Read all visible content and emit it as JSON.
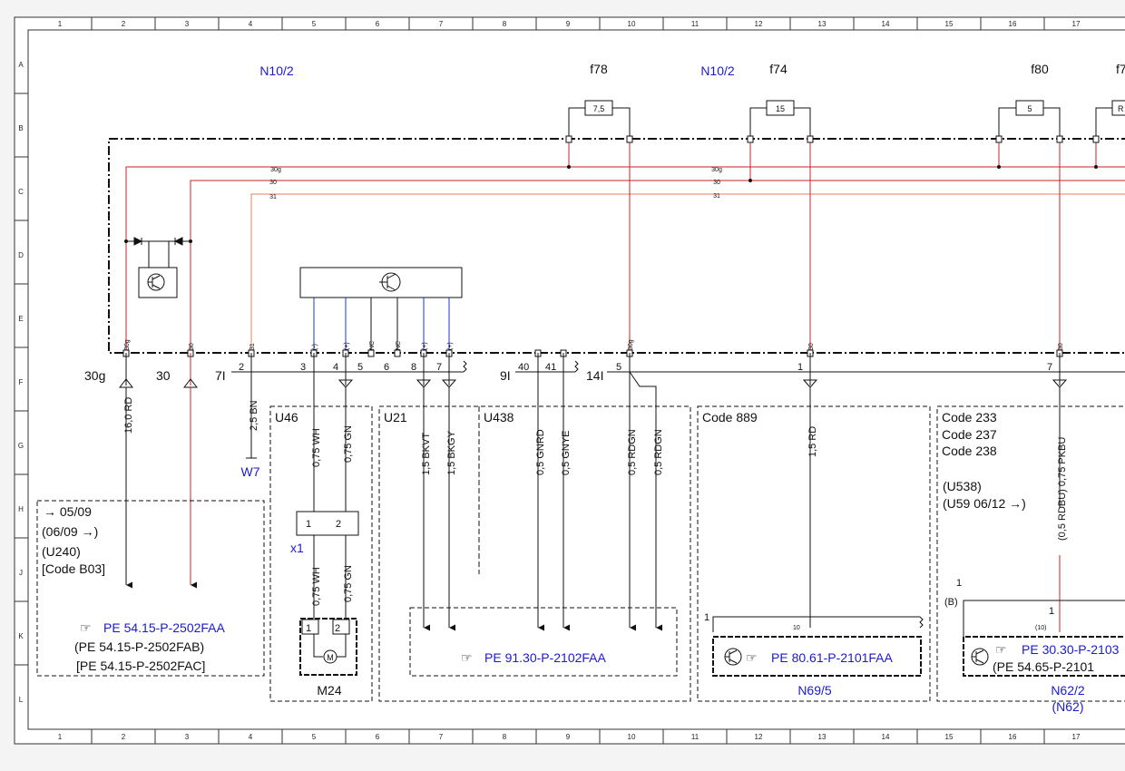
{
  "grid": {
    "columns": [
      "1",
      "2",
      "3",
      "4",
      "5",
      "6",
      "7",
      "8",
      "9",
      "10",
      "11",
      "12",
      "13",
      "14",
      "15",
      "16",
      "17"
    ],
    "rows": [
      "A",
      "B",
      "C",
      "D",
      "E",
      "F",
      "G",
      "H",
      "J",
      "K",
      "L"
    ]
  },
  "components": {
    "n10_2_left": "N10/2",
    "n10_2_right": "N10/2",
    "w7": "W7",
    "x1": "x1",
    "m24": "M24",
    "n69_5": "N69/5",
    "n62_2": "N62/2",
    "n62": "(N62)"
  },
  "fuses": [
    {
      "id": "f78",
      "value": "7,5"
    },
    {
      "id": "f74",
      "value": "15"
    },
    {
      "id": "f80",
      "value": "5"
    },
    {
      "id": "f7",
      "value": "R"
    }
  ],
  "buses": {
    "b30g": "30g",
    "b30": "30",
    "b31": "31"
  },
  "module_pins": {
    "p1": "30g",
    "p2": "30",
    "p3": "31",
    "p4": "(-)",
    "p5": "(+)",
    "p6": "NC",
    "p7": "NC",
    "p8": "(+)",
    "p9": "(+)",
    "p10": "30g",
    "p11": "30",
    "p12": "30"
  },
  "connector_labels": {
    "c30g": "30g",
    "c30": "30",
    "c7i": "7I",
    "c9i": "9I",
    "c14i": "14I",
    "n2": "2",
    "n3": "3",
    "n4": "4",
    "n5": "5",
    "n6": "6",
    "n8": "8",
    "n7": "7",
    "n40": "40",
    "n41": "41",
    "n5b": "5",
    "n1": "1",
    "n7b": "7"
  },
  "wires": {
    "w1": "16,0 RD",
    "w2": "2,5 BN",
    "w3": "0,75 WH",
    "w4": "0,75 GN",
    "w5": "1,5 BKVT",
    "w6": "1,5 BKGY",
    "w7": "0,5 GNRD",
    "w8": "0,5 GNYE",
    "w9": "0,5 RDGN",
    "w10": "0,5 RDGN",
    "w11": "1,5 RD",
    "w12": "(0,5 RDBU) 0,75 PKBU",
    "w13": "0,75 WH",
    "w14": "0,75 GN"
  },
  "variants": {
    "v1": "→ 05/09",
    "v2": "(06/09 →)",
    "v3": "(U240)",
    "v4": "[Code B03]",
    "u46": "U46",
    "u21": "U21",
    "u438": "U438",
    "code889": "Code 889",
    "code233": "Code 233",
    "code237": "Code 237",
    "code238": "Code 238",
    "u538": "(U538)",
    "u59": "(U59  06/12 →)",
    "b": "(B)",
    "one_a": "1",
    "one_b": "1"
  },
  "refs": {
    "r1": "PE 54.15-P-2502FAA",
    "r2": "(PE 54.15-P-2502FAB)",
    "r3": "[PE 54.15-P-2502FAC]",
    "r4": "PE 91.30-P-2102FAA",
    "r5": "PE 80.61-P-2101FAA",
    "r6": "PE 30.30-P-2103",
    "r7": "(PE 54.65-P-2101"
  },
  "plug_pins": {
    "x1_1": "1",
    "x1_2": "2",
    "m_1": "1",
    "m_2": "2",
    "m_symbol": "M",
    "n69_pin": "10",
    "n62_pin1": "1",
    "n62_pin10": "(10)"
  },
  "colors": {
    "wire_red": "#cc2222",
    "wire_blue": "#2233cc",
    "label_blue": "#1a1ad0"
  }
}
